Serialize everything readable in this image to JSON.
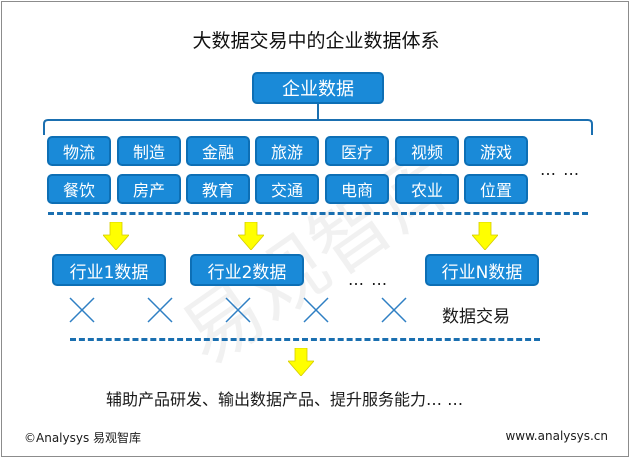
{
  "diagram": {
    "title": "大数据交易中的企业数据体系",
    "root": "企业数据",
    "industries": [
      [
        "物流",
        "制造",
        "金融",
        "旅游",
        "医疗",
        "视频",
        "游戏"
      ],
      [
        "餐饮",
        "房产",
        "教育",
        "交通",
        "电商",
        "农业",
        "位置"
      ]
    ],
    "industry_ellipsis": "… …",
    "levels": [
      "行业1数据",
      "行业2数据",
      "行业N数据"
    ],
    "level_ellipsis": "… …",
    "trade_label": "数据交易",
    "outcome": "辅助产品研发、输出数据产品、提升服务能力… …"
  },
  "footer": {
    "left": "©Analysys 易观智库",
    "right": "www.analysys.cn"
  },
  "colors": {
    "box_fill": "#1a8ad8",
    "box_border": "#0d6fb5",
    "arrow": "#ffff00",
    "dash_line": "#1a6fb0",
    "x_mark": "#2f7fc4"
  }
}
